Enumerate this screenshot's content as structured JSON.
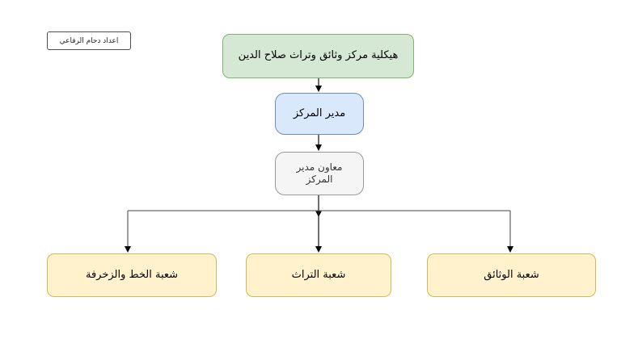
{
  "page": {
    "background": "#ffffff",
    "text_color": "#000000"
  },
  "attribution_badge": {
    "label": "اعداد دحام الرفاعي"
  },
  "diagram": {
    "type": "org-chart",
    "nodes": [
      {
        "id": "root",
        "label": "هيكلية مركز وثائق وتراث صلاح الدين",
        "fill": "#d5e8d4",
        "stroke": "#82b366"
      },
      {
        "id": "director",
        "label": "مدير المركز",
        "fill": "#dae8fc",
        "stroke": "#6c8ebf"
      },
      {
        "id": "assistant",
        "label": "معاون مدير المركز",
        "fill": "#f5f5f5",
        "stroke": "#999999"
      },
      {
        "id": "calligraphy",
        "label": "شعبة الخط والزخرفة",
        "fill": "#fff2cc",
        "stroke": "#d6b656"
      },
      {
        "id": "heritage",
        "label": "شعبة التراث",
        "fill": "#fff2cc",
        "stroke": "#d6b656"
      },
      {
        "id": "documents",
        "label": "شعبة الوثائق",
        "fill": "#fff2cc",
        "stroke": "#d6b656"
      }
    ],
    "edges": [
      {
        "from": "root",
        "to": "director"
      },
      {
        "from": "director",
        "to": "assistant"
      },
      {
        "from": "assistant",
        "to": "calligraphy"
      },
      {
        "from": "assistant",
        "to": "heritage"
      },
      {
        "from": "assistant",
        "to": "documents"
      }
    ],
    "connector_colors": {
      "spine": "#1f1f1f",
      "branch": "#6b6b6b",
      "arrowhead": "#000000"
    }
  }
}
